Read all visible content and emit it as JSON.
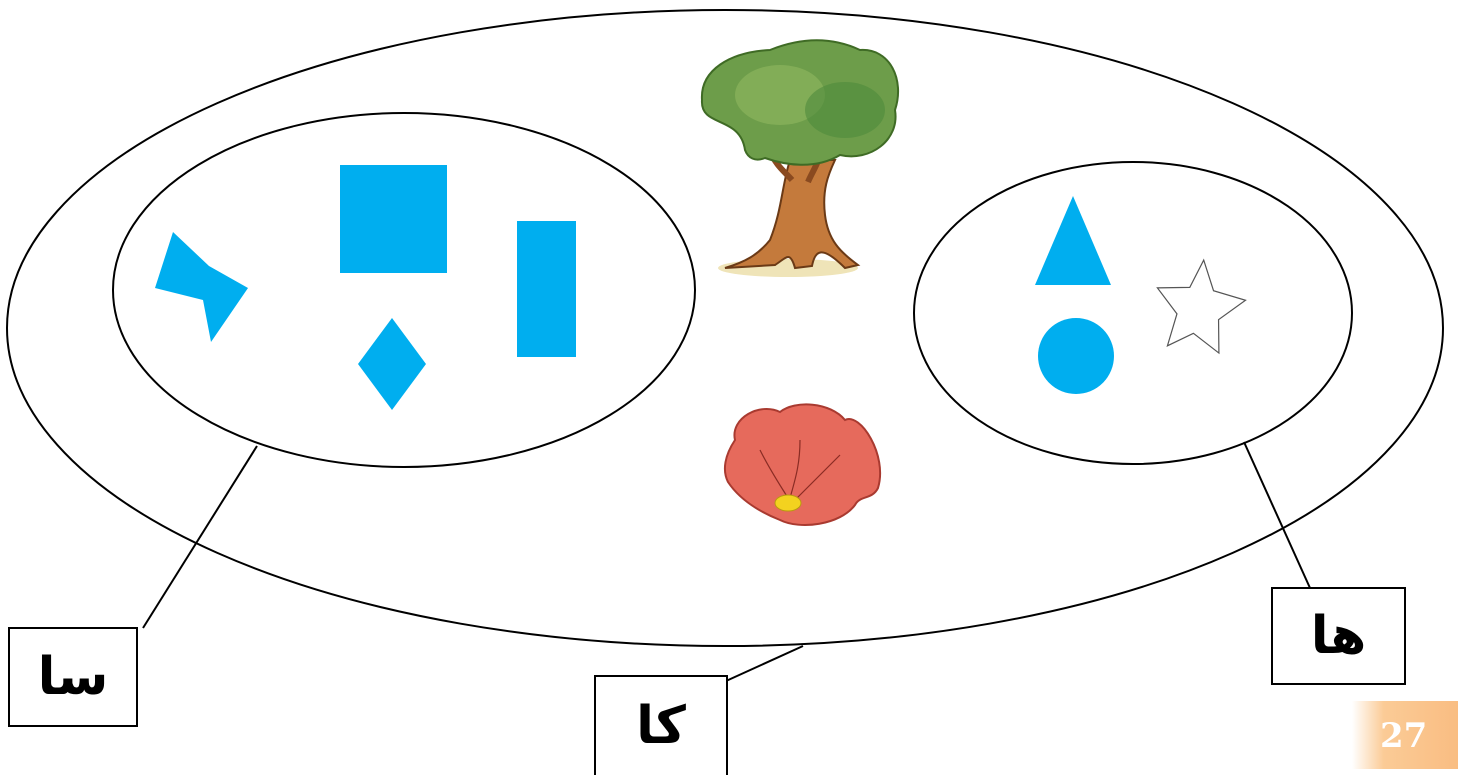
{
  "labels": {
    "sa": "سا",
    "ka": "كا",
    "ha": "ها"
  },
  "page_number": "27",
  "colors": {
    "shape_fill": "#00aeef",
    "outline": "#000000",
    "page_tab": "#fbcb96",
    "page_number_text": "#ffffff"
  },
  "icons": {
    "tree": "tree-icon",
    "flower": "flower-icon",
    "star": "star-outline-icon"
  }
}
